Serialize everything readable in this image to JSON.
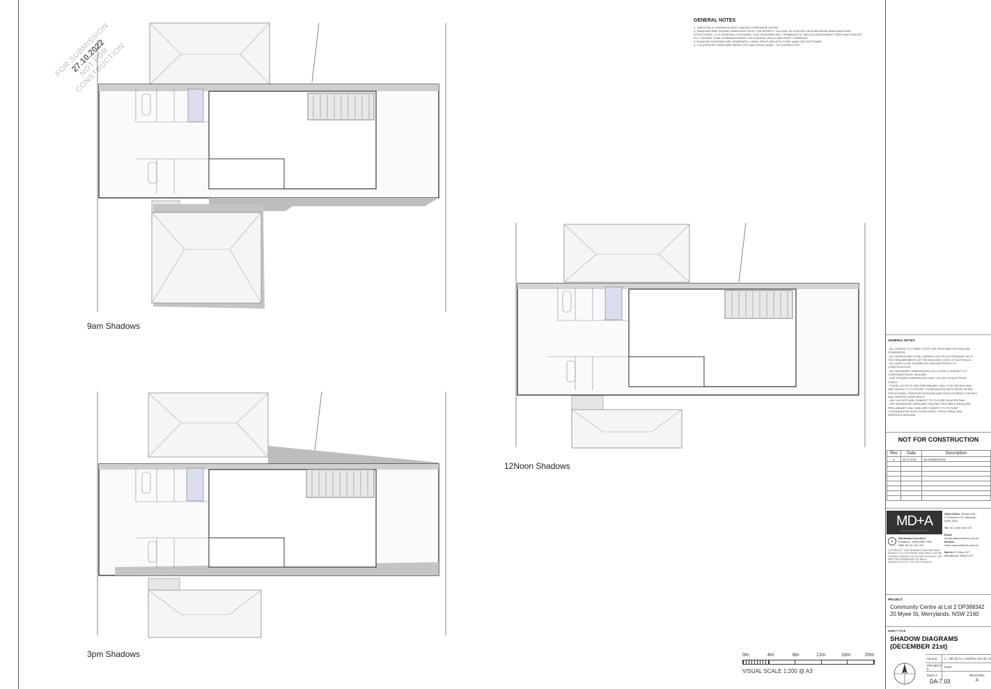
{
  "stamp": {
    "line1": "FOR SUBMISSION",
    "date": "27.10.2022",
    "line3": "NOT FOR CONSTRUCTION"
  },
  "diagrams": [
    {
      "caption": "9am Shadows"
    },
    {
      "caption": "12Noon Shadows"
    },
    {
      "caption": "3pm Shadows"
    }
  ],
  "general_notes_top": {
    "title": "GENERAL NOTES",
    "lines": [
      "1. TIMEZONE IS SHOWN AS AEST UNLESS OTHERWISE NOTED",
      "2. SHADOWS ARE SHOWN OVERLAYED ONTO THE APPROX. OUTLINE OF EXISTING NEIGHBOURING BUILDINGS AND",
      "STRUCTURES. IT IS GENERALLY ASSUMED THAT SHADOWS WILL TERMINATE AT WALLS/LANDSCAPING TREES AND FENCES",
      "ETC. RATHER THAN OVERSHADOWING THE OVERALL WALLS AND ROOF COMBINED.",
      "3. SHADOW DIAGRAMS ARE GENERATED USING 'REVIT ARCHITECTURE' ANALYSIS SOFTWARE.",
      "4. LOCATION SETTINGS ARE BASED ON 'Insert Suburb Name' - D/L SAVINGS OFF."
    ]
  },
  "scale_bar": {
    "ticks": [
      "0m",
      "4m",
      "8m",
      "12m",
      "16m",
      "20m"
    ],
    "label": "VISUAL SCALE 1:200 @ A3"
  },
  "title_block": {
    "notes_title": "GENERAL NOTES",
    "notes_lines": [
      "- ALL WORKS TO COMPLY WITH THE RELEVANT AUSTRALIAN",
      "STANDARDS.",
      "- ALL WORKS ARE TO BE CARRIED OUT IN ACCORDANCE WITH",
      "THE REQUIREMENTS OF THE BUILDING CODE OF AUSTRALIA",
      "- ALL DIMS TO BE VERIFIED BY BUILDER PRIOR TO",
      "CONSTRUCTION.",
      "- ALL BOUNDARY DIMENSIONS & ALL LEVELS SUBJECT TO",
      "CONFIRMATION BY BUILDER.",
      "- USE FIGURED DIMENSIONS ONLY. DO NOT SCALE FROM",
      "PLANS.",
      "- THESE LAYOUTS ARE PRELIMINARY ONLY FOR REVIEW AND",
      "ARE SUBJECT TO FUTURE COORDINATION WITH DEVELOPING",
      "STRUCTURAL, SERVICES DESIGNS AND DEVELOPMENT FOR BCA",
      "AND SEPPAS COMPLIANCE.",
      "- ANY LAYOUTS ARE SUBJECT TO FUTURE DA APPROVAL.",
      "- ANY NOMINATED AREA AND NSA (NET SELLABLE AREA) ARE",
      "PRELIMINARY ONLY AND ARE SUBJECT TO FUTURE",
      "COORDINATION WITH DEVELOPING STRUCTURAL AND",
      "SERVICES DESIGNS."
    ],
    "not_for_construction": "NOT FOR CONSTRUCTION",
    "rev_headers": [
      "Rev",
      "Date",
      "Description"
    ],
    "revisions": [
      {
        "rev": "A",
        "date": "04.07.2022",
        "desc": "DA SUBMISSION"
      }
    ],
    "logo": "MD+A",
    "logo_sub": "ARCHITECTS",
    "office": {
      "head_label": "Head Office:",
      "head_value": "Studio 308",
      "address1": "2 Grosvenor St, Newtown",
      "address2": "NSW 2042",
      "tel_label": "Tel",
      "tel_value": "+61 1300 424 329",
      "email_label": "Email",
      "email_value": "info@mdaarchitects.com.au",
      "browse_label": "Browse",
      "browse_value": "www.mdaarchitects.com.au",
      "mail_label": "Mail to",
      "mail_value": "P.O Box 157",
      "mail_city": "Merrylands, NSW 1470"
    },
    "architect": {
      "label": "Nominated Architect",
      "name": "B.Mahon - NSW ARB 7962",
      "abn": "ABN 38 111 013 781"
    },
    "copyright": "COPYRIGHT. THE DRAWINGS AND DESIGNS SUBJECT TO COPYRIGHT AND SHALL NOT BE COPIED IN WHOLE OR IN PART WITHOUT THE WRITTEN PERMISSION OF MD+A ARCHITECTS PTY LTD OR ITS AGENT.",
    "project_label": "PROJECT",
    "project_line1": "Community Centre at Lot 2 DP388342",
    "project_line2": "20 Myee St, Merrylands, NSW 2160",
    "sheet_label": "SHEET TITLE",
    "sheet_title1": "SHADOW DIAGRAMS",
    "sheet_title2": "(DECEMBER 21st)",
    "scale_label": "SCALE",
    "scale_value": "1 : 200 @ A1 / Half the size @ A3",
    "project_no_label": "PROJECT #",
    "project_no_value": "5245",
    "dwg_label": "DWG #",
    "dwg_value": "DA-7.03",
    "revision_label": "REVISION",
    "revision_value": "A"
  }
}
